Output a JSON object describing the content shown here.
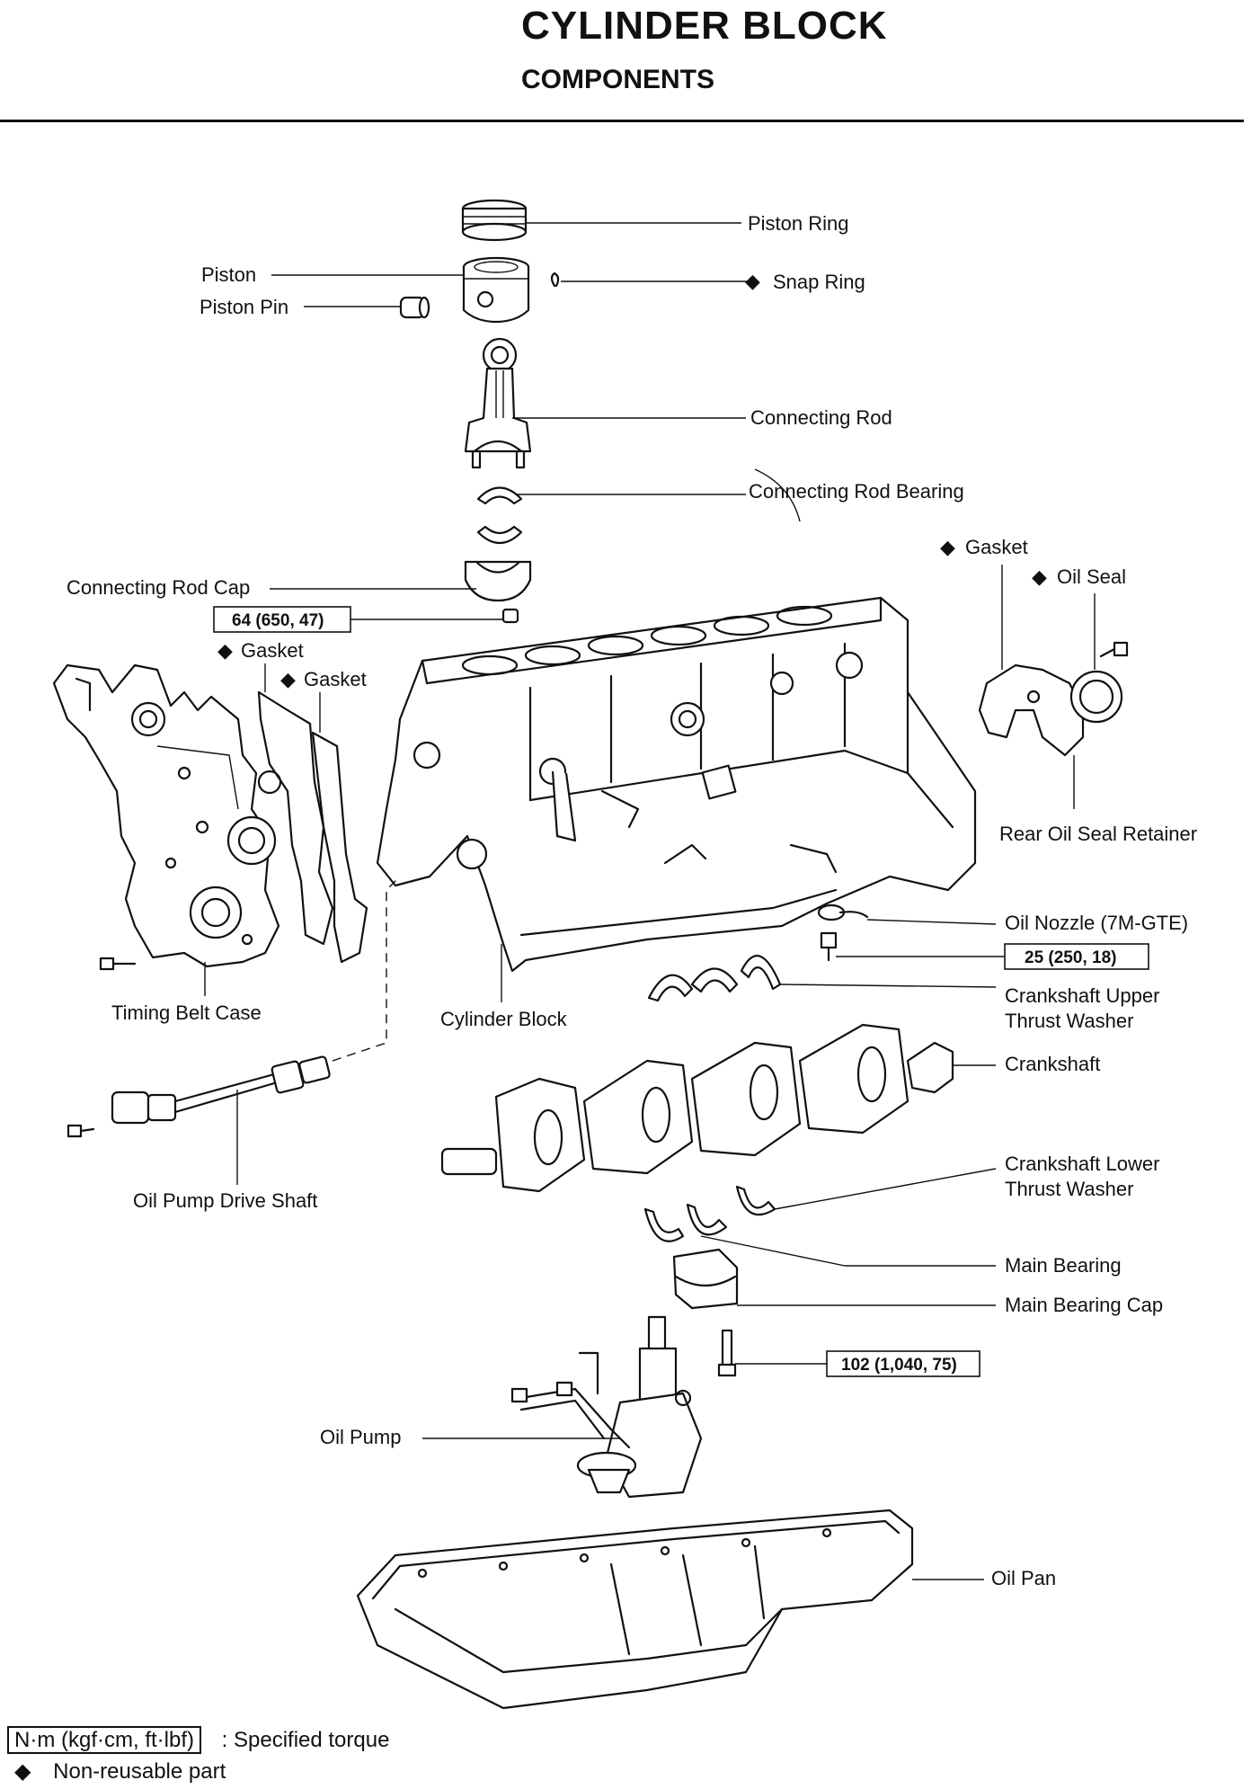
{
  "header": {
    "title": "CYLINDER BLOCK",
    "subtitle": "COMPONENTS"
  },
  "labels": {
    "piston_ring": "Piston Ring",
    "piston": "Piston",
    "piston_pin": "Piston Pin",
    "snap_ring": "Snap Ring",
    "connecting_rod": "Connecting Rod",
    "connecting_rod_bearing": "Connecting Rod Bearing",
    "connecting_rod_cap": "Connecting Rod Cap",
    "gasket_rear": "Gasket",
    "oil_seal": "Oil Seal",
    "gasket_front_1": "Gasket",
    "gasket_front_2": "Gasket",
    "rear_oil_seal_retainer": "Rear Oil Seal Retainer",
    "oil_nozzle": "Oil Nozzle (7M-GTE)",
    "crankshaft_upper_thrust_washer_1": "Crankshaft Upper",
    "crankshaft_upper_thrust_washer_2": "Thrust Washer",
    "timing_belt_case": "Timing Belt Case",
    "cylinder_block": "Cylinder Block",
    "crankshaft": "Crankshaft",
    "oil_pump_drive_shaft": "Oil Pump Drive Shaft",
    "crankshaft_lower_thrust_washer_1": "Crankshaft Lower",
    "crankshaft_lower_thrust_washer_2": "Thrust Washer",
    "main_bearing": "Main Bearing",
    "main_bearing_cap": "Main Bearing Cap",
    "oil_pump": "Oil Pump",
    "oil_pan": "Oil Pan"
  },
  "torques": {
    "connecting_rod_cap": "64 (650, 47)",
    "oil_nozzle": "25 (250, 18)",
    "main_bearing_cap": "102 (1,040, 75)"
  },
  "legend": {
    "torque_key": "N·m (kgf·cm, ft·lbf)",
    "torque_desc": ": Specified torque",
    "nonreusable_symbol": "◆",
    "nonreusable_desc": "Non-reusable part"
  },
  "symbols": {
    "nonreusable": "◆"
  }
}
